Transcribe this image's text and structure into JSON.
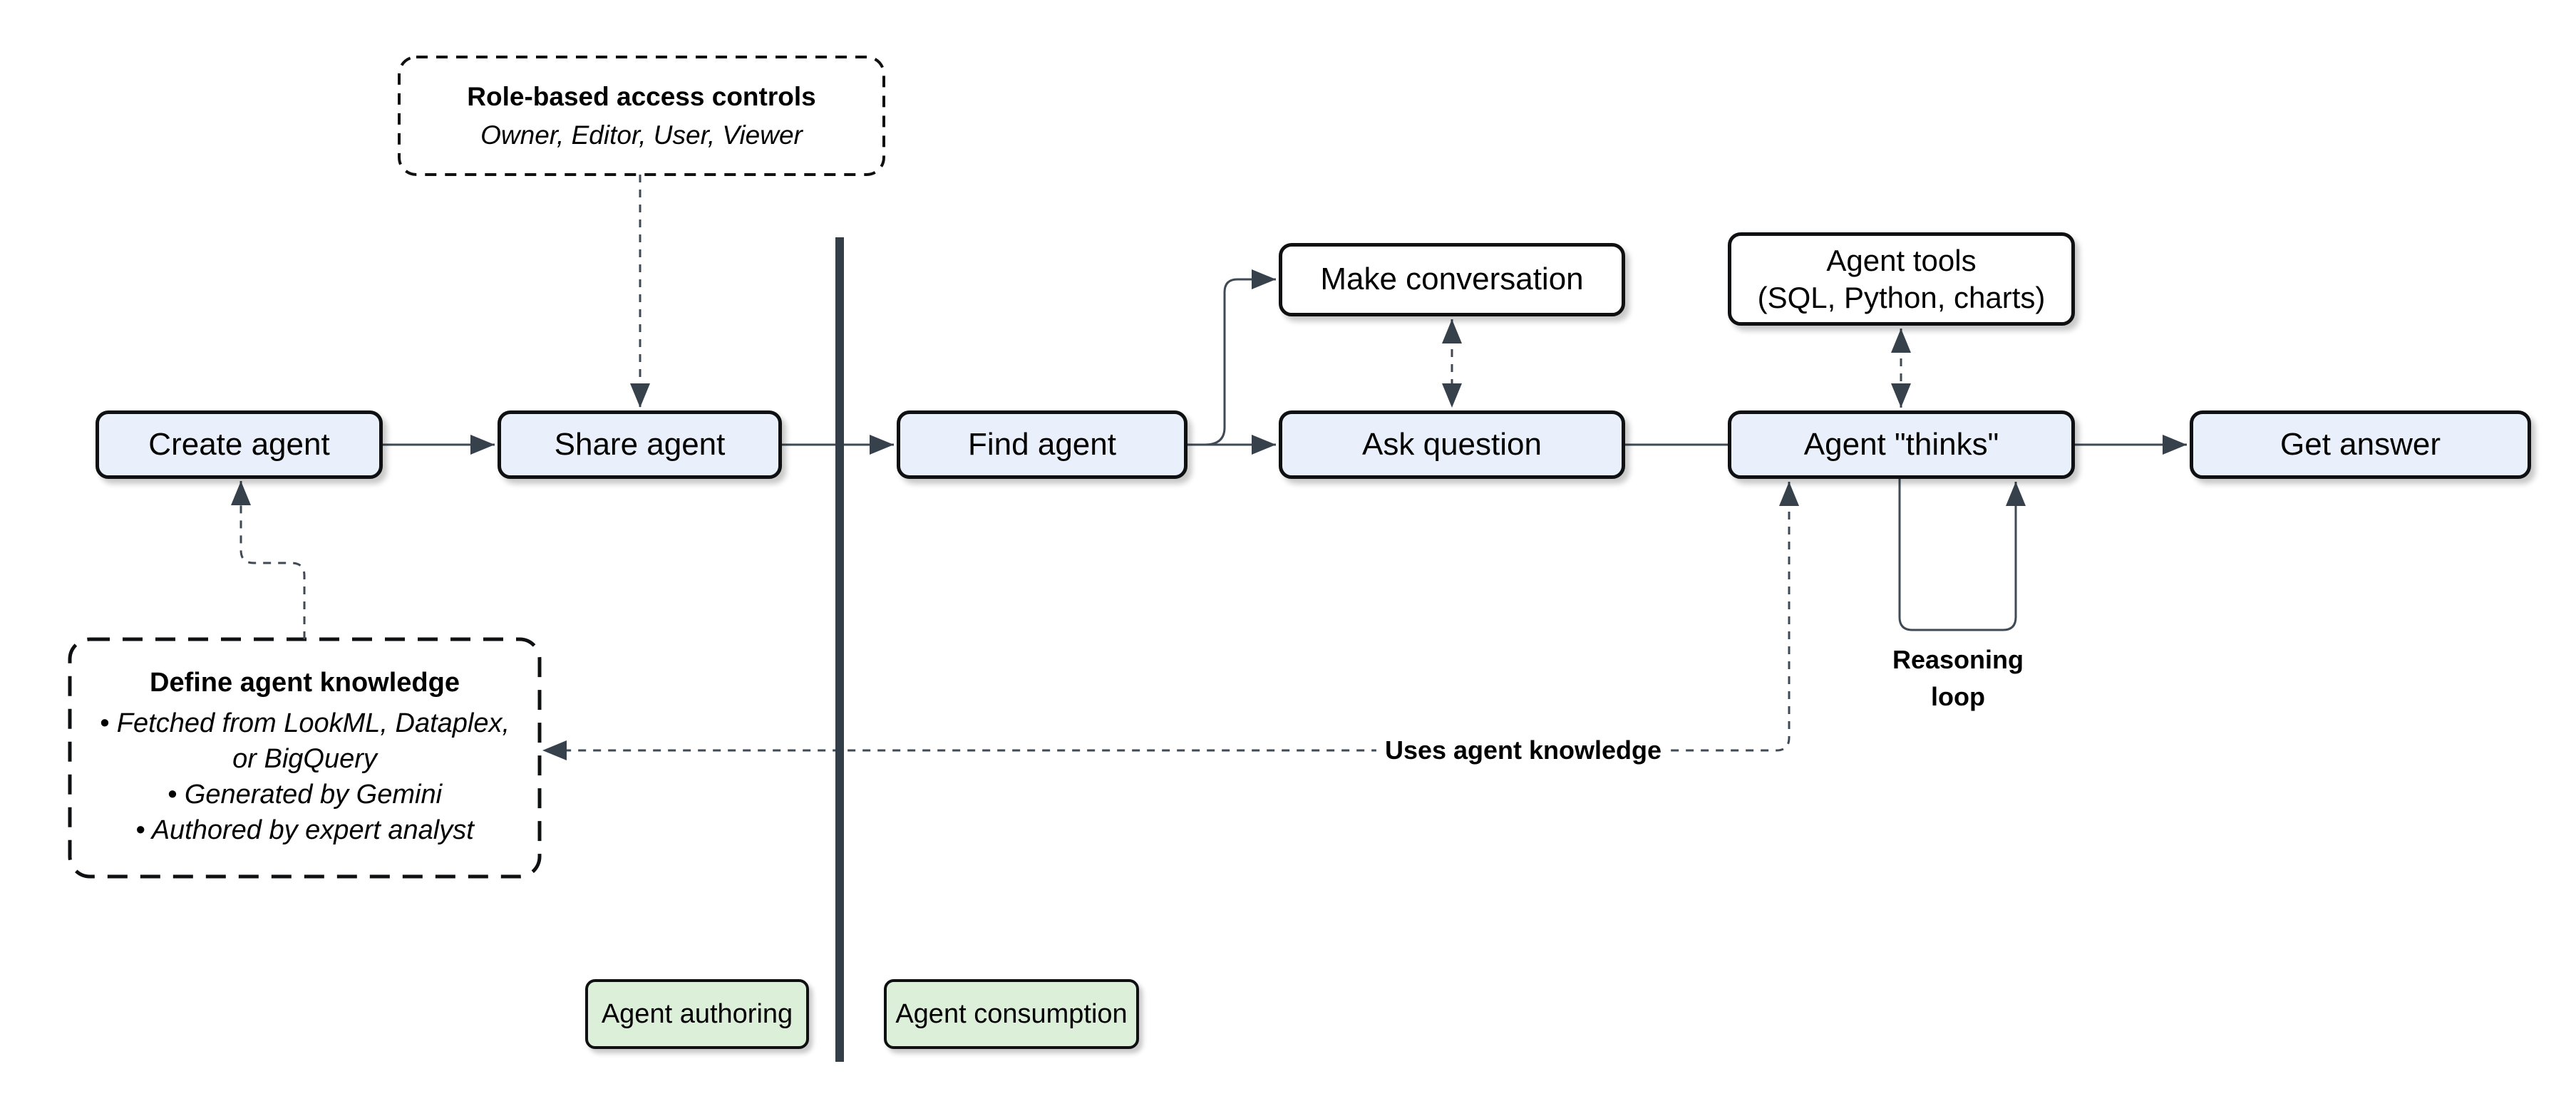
{
  "diagram": {
    "nodes": {
      "create_agent": "Create agent",
      "share_agent": "Share agent",
      "find_agent": "Find agent",
      "make_conversation": "Make conversation",
      "ask_question": "Ask question",
      "agent_tools_line1": "Agent tools",
      "agent_tools_line2": "(SQL, Python, charts)",
      "agent_thinks": "Agent \"thinks\"",
      "get_answer": "Get answer"
    },
    "annotations": {
      "rbac": {
        "title": "Role-based access controls",
        "subtitle": "Owner, Editor, User, Viewer"
      },
      "knowledge": {
        "title": "Define agent knowledge",
        "bullets": [
          "• Fetched from LookML, Dataplex, or BigQuery",
          "• Generated by Gemini",
          "• Authored by expert analyst"
        ]
      }
    },
    "edge_labels": {
      "uses_knowledge": "Uses agent knowledge",
      "reasoning_line1": "Reasoning",
      "reasoning_line2": "loop"
    },
    "zones": {
      "authoring": "Agent authoring",
      "consumption": "Agent consumption"
    },
    "colors": {
      "node_fill": "#e9f0fb",
      "node_border": "#0f1012",
      "white_fill": "#ffffff",
      "zone_fill": "#dcefd8",
      "connector": "#3f4a54",
      "arrowhead": "#36414b",
      "divider": "#333e48",
      "text": "#000000"
    }
  }
}
